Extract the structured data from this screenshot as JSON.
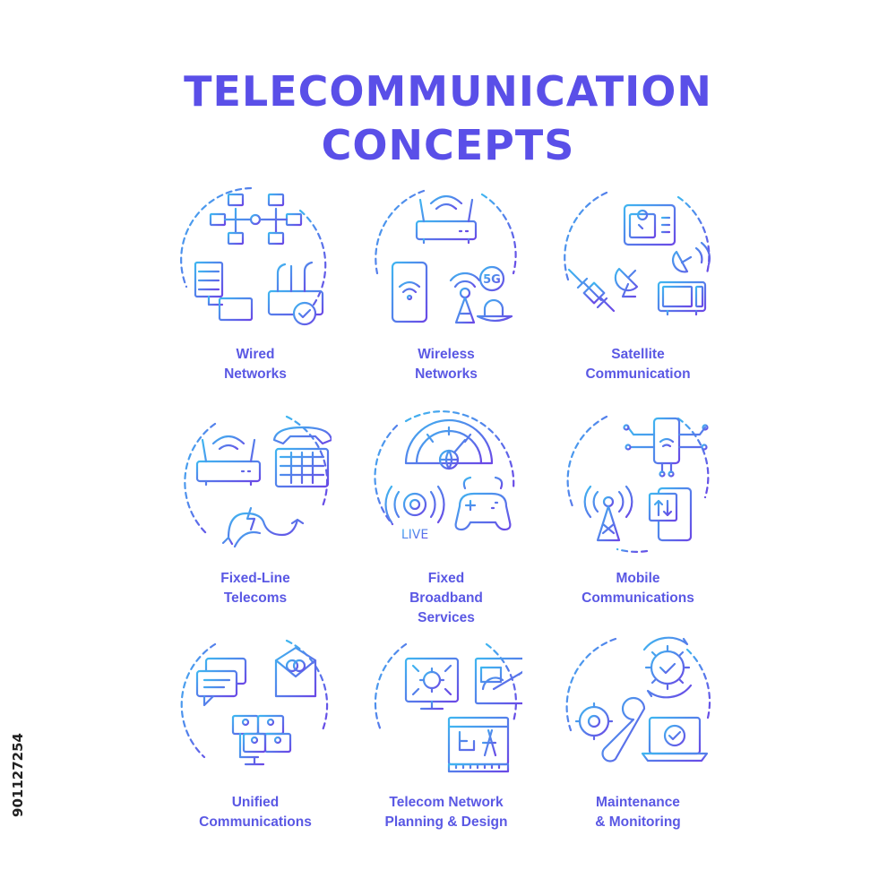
{
  "title": {
    "line1": "TELECOMMUNICATION",
    "line2": "CONCEPTS"
  },
  "colors": {
    "title": "#5a4fe8",
    "label": "#5a58e4",
    "gradient_start": "#3fb6f0",
    "gradient_end": "#6a48e6"
  },
  "concepts": [
    {
      "icon": "wired-networks-icon",
      "lines": [
        "Wired",
        "Networks"
      ]
    },
    {
      "icon": "wireless-networks-icon",
      "lines": [
        "Wireless",
        "Networks"
      ]
    },
    {
      "icon": "satellite-communication-icon",
      "lines": [
        "Satellite",
        "Communication"
      ]
    },
    {
      "icon": "fixed-line-telecoms-icon",
      "lines": [
        "Fixed-Line",
        "Telecoms"
      ]
    },
    {
      "icon": "fixed-broadband-icon",
      "lines": [
        "Fixed",
        "Broadband",
        "Services"
      ],
      "badge": "LIVE"
    },
    {
      "icon": "mobile-communications-icon",
      "lines": [
        "Mobile",
        "Communications"
      ]
    },
    {
      "icon": "unified-communications-icon",
      "lines": [
        "Unified",
        "Communications"
      ]
    },
    {
      "icon": "network-planning-icon",
      "lines": [
        "Telecom Network",
        "Planning & Design"
      ]
    },
    {
      "icon": "maintenance-monitoring-icon",
      "lines": [
        "Maintenance",
        "& Monitoring"
      ]
    }
  ],
  "icon_text": {
    "five_g": "5G"
  },
  "stock_id": "901127254"
}
